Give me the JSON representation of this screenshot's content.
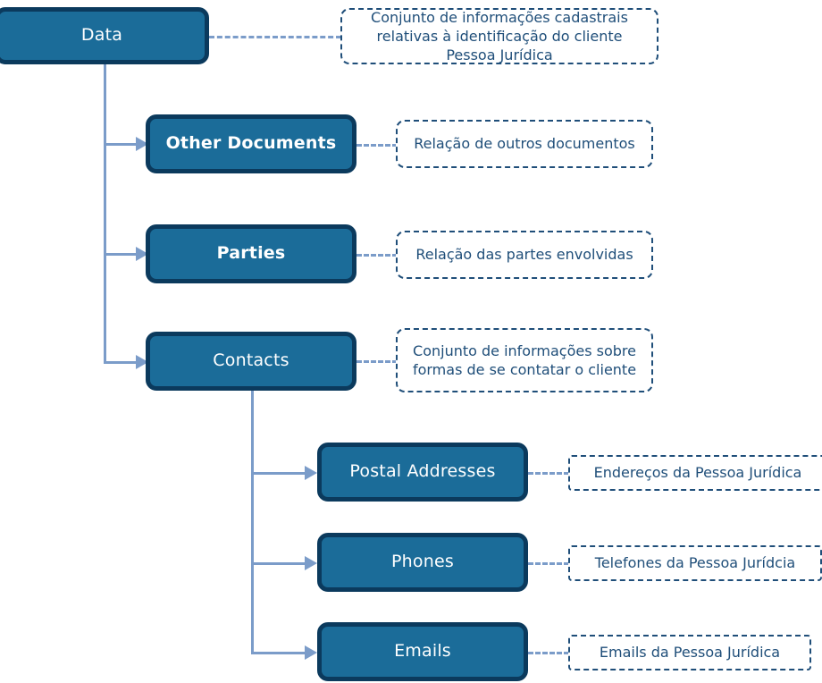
{
  "diagram": {
    "title": "Data hierarchy diagram",
    "colors": {
      "node_fill": "#1b6c99",
      "node_border": "#0b3a5d",
      "node_text": "#ffffff",
      "connector": "#7b9cc9",
      "note_border": "#1f4e79",
      "note_text": "#1f4e79",
      "background": "#ffffff"
    },
    "nodes": [
      {
        "id": "data",
        "label": "Data",
        "bold": false
      },
      {
        "id": "other-documents",
        "label": "Other Documents",
        "bold": true
      },
      {
        "id": "parties",
        "label": "Parties",
        "bold": true
      },
      {
        "id": "contacts",
        "label": "Contacts",
        "bold": false
      },
      {
        "id": "postal-addresses",
        "label": "Postal Addresses",
        "bold": false
      },
      {
        "id": "phones",
        "label": "Phones",
        "bold": false
      },
      {
        "id": "emails",
        "label": "Emails",
        "bold": false
      }
    ],
    "notes": [
      {
        "id": "note-data",
        "text": "Conjunto de informações cadastrais relativas à identificação do cliente Pessoa Jurídica"
      },
      {
        "id": "note-other-documents",
        "text": "Relação de outros documentos"
      },
      {
        "id": "note-parties",
        "text": "Relação das partes envolvidas"
      },
      {
        "id": "note-contacts",
        "text": "Conjunto de informações sobre formas de se contatar o cliente"
      },
      {
        "id": "note-postal-addresses",
        "text": "Endereços da Pessoa Jurídica"
      },
      {
        "id": "note-phones",
        "text": "Telefones da Pessoa Jurídcia"
      },
      {
        "id": "note-emails",
        "text": "Emails da Pessoa Jurídica"
      }
    ]
  }
}
